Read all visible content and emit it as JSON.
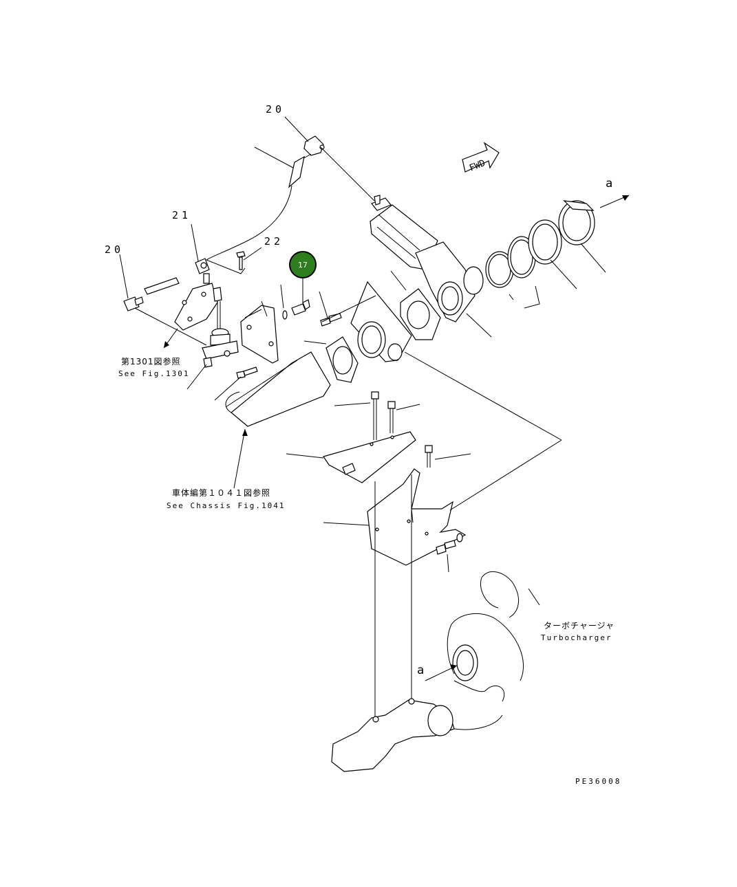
{
  "diagram": {
    "drawing_code": "PE36008",
    "fwd_marker": "FWD",
    "part_numbers": {
      "top_20": "20",
      "left_20": "20",
      "n21": "21",
      "n22": "22"
    },
    "highlight": {
      "label": "17",
      "color": "#2e7d1f",
      "ring_color": "#000000"
    },
    "connection_letters": {
      "upper": "a",
      "lower": "a"
    },
    "references": {
      "fig1301_jp": "第1301図参照",
      "fig1301_en": "See Fig.1301",
      "chassis_jp": "車体編第１０４１図参照",
      "chassis_en": "See Chassis Fig.1041",
      "turbo_jp": "ターボチャージャ",
      "turbo_en": "Turbocharger"
    }
  }
}
